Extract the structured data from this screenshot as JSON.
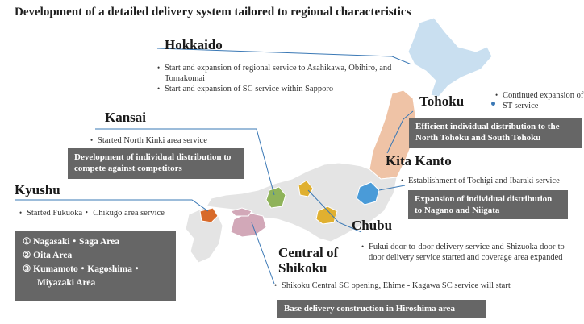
{
  "title": "Development of a detailed delivery system tailored to regional characteristics",
  "regions": {
    "hokkaido": {
      "name": "Hokkaido",
      "items": [
        "Start and expansion of regional service to Asahikawa, Obihiro, and Tomakomai",
        "Start and expansion of SC service within Sapporo"
      ]
    },
    "tohoku": {
      "name": "Tohoku",
      "items": [
        "Continued expansion of ST service"
      ],
      "box": "Efficient individual distribution to the North Tohoku and South Tohoku"
    },
    "kansai": {
      "name": "Kansai",
      "items": [
        "Started North Kinki area service"
      ],
      "box": "Development of individual distribution to compete against competitors"
    },
    "kita_kanto": {
      "name": "Kita Kanto",
      "items": [
        "Establishment of Tochigi and Ibaraki service"
      ],
      "box": "Expansion of individual distribution to Nagano and Niigata"
    },
    "kyushu": {
      "name": "Kyushu",
      "items": [
        "Started Fukuoka・ Chikugo area service"
      ],
      "areas": [
        "① Nagasaki・Saga Area",
        "② Oita Area",
        "③ Kumamoto・Kagoshima・",
        "Miyazaki Area"
      ]
    },
    "chubu": {
      "name": "Chubu",
      "items": [
        "Fukui door-to-door delivery service and Shizuoka door-to-door delivery service started and coverage area expanded"
      ]
    },
    "shikoku": {
      "name_line1": "Central of",
      "name_line2": "Shikoku",
      "items": [
        "Shikoku Central SC opening, Ehime - Kagawa SC service will start"
      ],
      "box": "Base delivery construction in Hiroshima area"
    }
  },
  "colors": {
    "land": "#e4e4e4",
    "hokkaido": "#c9dff0",
    "tohoku": "#efc3a6",
    "kita_kanto": "#4a9bd8",
    "kansai": "#8fb35a",
    "chubu": "#e0b030",
    "shikoku": "#d2a8b8",
    "kyushu": "#d86a2a",
    "leader": "#3a78b5",
    "box": "#666666"
  }
}
